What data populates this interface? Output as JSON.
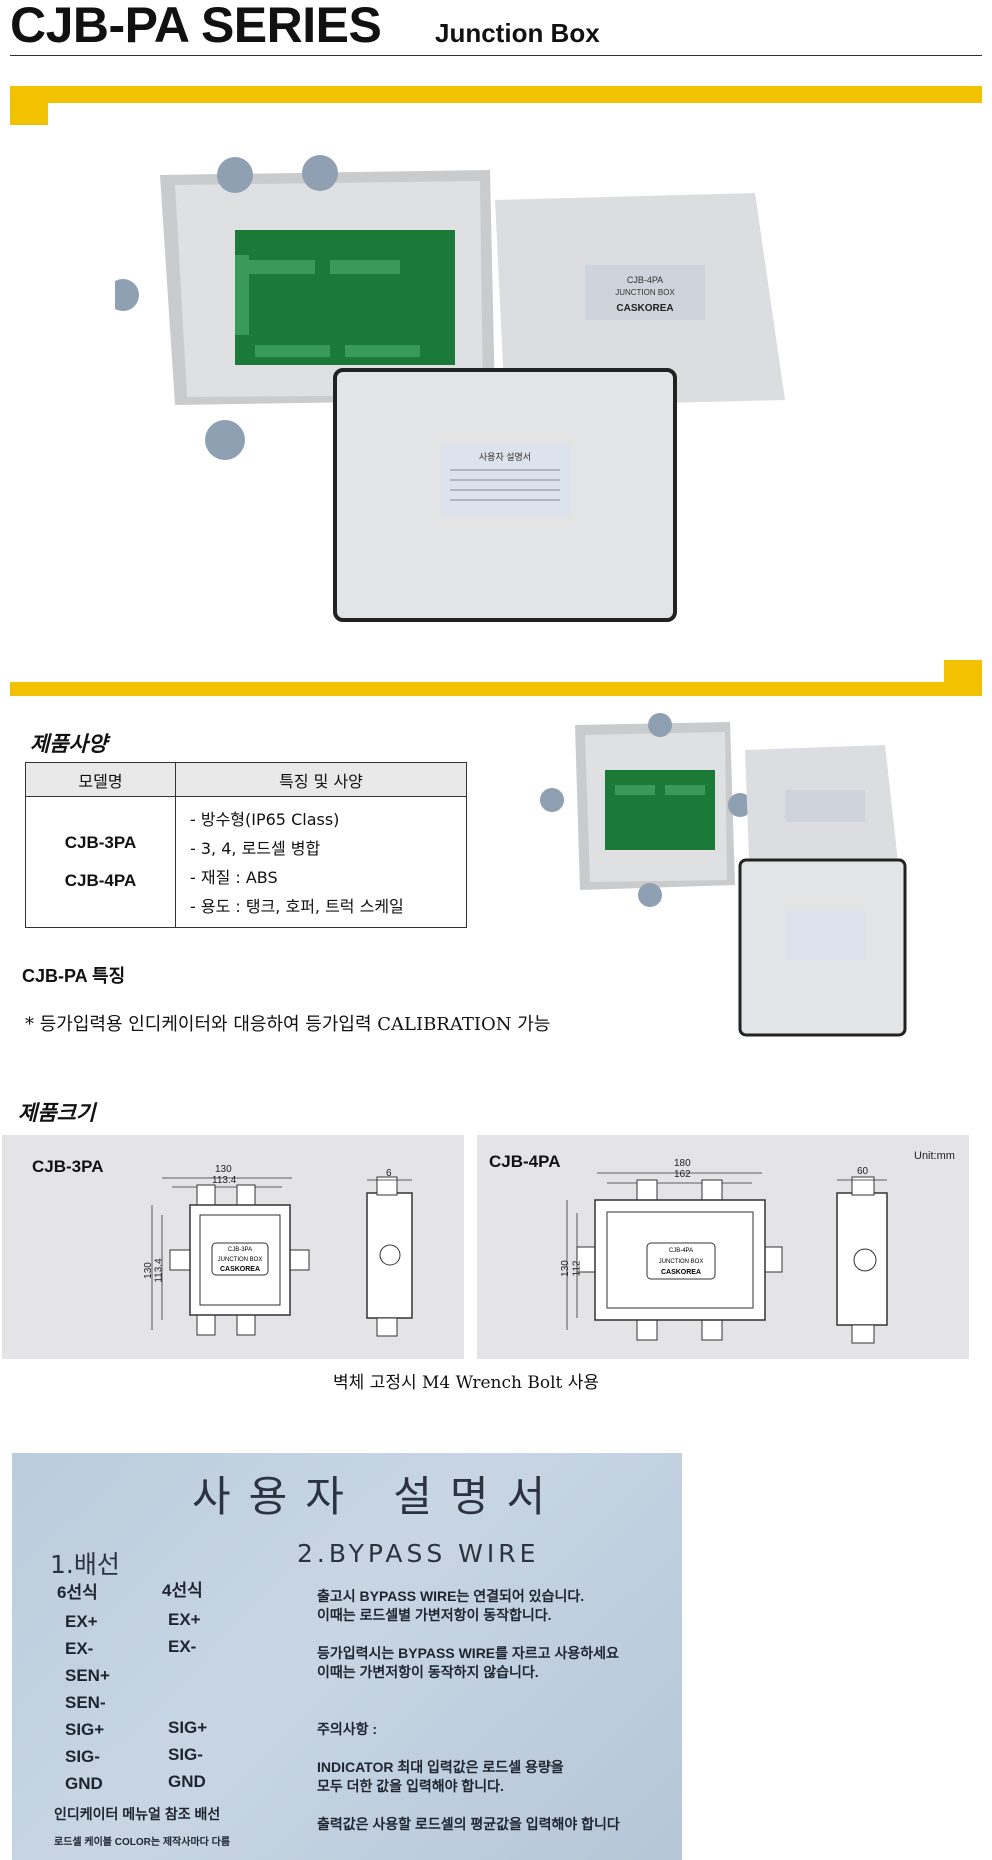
{
  "header": {
    "series": "CJB-PA SERIES",
    "subtitle": "Junction Box"
  },
  "photo_labels": {
    "lid_tag_model": "CJB-4PA",
    "lid_tag_type": "JUNCTION BOX",
    "lid_tag_brand": "CASKOREA",
    "manual_tag_title": "사용자 설명서"
  },
  "spec": {
    "title": "제품사양",
    "col_model": "모델명",
    "col_feature": "특징 및 사양",
    "models": [
      "CJB-3PA",
      "CJB-4PA"
    ],
    "features": [
      "- 방수형(IP65 Class)",
      "- 3, 4, 로드셀 병합",
      "- 재질 : ABS",
      "- 용도 : 탱크, 호퍼, 트럭 스케일"
    ]
  },
  "feature_heading": "CJB-PA  특징",
  "feature_note": "* 등가입력용 인디케이터와 대응하여 등가입력 CALIBRATION 가능",
  "size": {
    "title": "제품크기",
    "unit": "Unit:mm",
    "cjb3": {
      "name": "CJB-3PA",
      "w_outer": "130",
      "w_inner": "113.4",
      "h_outer": "130",
      "h_inner": "113.4",
      "depth": "6",
      "tag1": "CJB-3PA",
      "tag2": "JUNCTION BOX",
      "tag3": "CASKOREA"
    },
    "cjb4": {
      "name": "CJB-4PA",
      "w_outer": "180",
      "w_inner": "162",
      "h_outer": "130",
      "h_inner": "112",
      "depth": "60",
      "tag1": "CJB-4PA",
      "tag2": "JUNCTION BOX",
      "tag3": "CASKOREA"
    }
  },
  "mount_note": "벽체 고정시 M4 Wrench Bolt 사용",
  "manual": {
    "title": "사용자 설명서",
    "wiring_title": "1.배선",
    "bypass_title": "2.BYPASS WIRE",
    "six_wire_head": "6선식",
    "four_wire_head": "4선식",
    "six_wire": [
      "EX+",
      "EX-",
      "SEN+",
      "SEN-",
      "SIG+",
      "SIG-",
      "GND"
    ],
    "four_wire": [
      "EX+",
      "EX-",
      "",
      "",
      "SIG+",
      "SIG-",
      "GND"
    ],
    "ref_note": "인디케이터 메뉴얼 참조 배선",
    "color_note": "로드셀 케이블 COLOR는 제작사마다 다름",
    "bypass_lines": [
      "출고시 BYPASS WIRE는 연결되어 있습니다.",
      "이때는 로드셀별 가변저항이 동작합니다.",
      "",
      "등가입력시는 BYPASS WIRE를 자르고 사용하세요",
      "이때는 가변저항이 동작하지 않습니다.",
      "",
      "",
      "주의사항 :",
      "",
      "INDICATOR 최대 입력값은 로드셀 용량을",
      "모두 더한 값을 입력해야 합니다.",
      "",
      "출력값은 사용할 로드셀의 평균값을 입력해야 합니다"
    ]
  }
}
